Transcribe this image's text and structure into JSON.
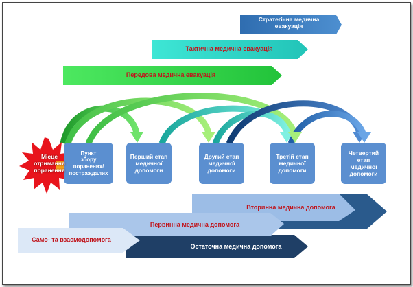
{
  "evacuation": {
    "strategic": "Стратегічна медична\nевакуація",
    "tactical": "Тактична медична евакуація",
    "forward": "Передова медична евакуація"
  },
  "injury_site": "Місце\nотримання\nпоранення",
  "stages": [
    "Пункт\nзбору\nпоранених/\nпостраждалих",
    "Перший етап\nмедичної\nдопомоги",
    "Другий етап\nмедичної\nдопомоги",
    "Третій етап\nмедичної\nдопомоги",
    "Четвертий\nетап\nмедичної\nдопомоги"
  ],
  "care": {
    "secondary": "Вторинна медична допомога",
    "primary": "Первинна медична допомога",
    "self": "Само- та взаємодопомога",
    "definitive": "Остаточна медична допомога"
  },
  "colors": {
    "strategic": "#3f7fc0",
    "tactical": "#35d6c7",
    "forward": "#36d84a",
    "stage_box": "#5b8fd0",
    "injury": "#e8141c",
    "dark_blue": "#1f3f66"
  }
}
